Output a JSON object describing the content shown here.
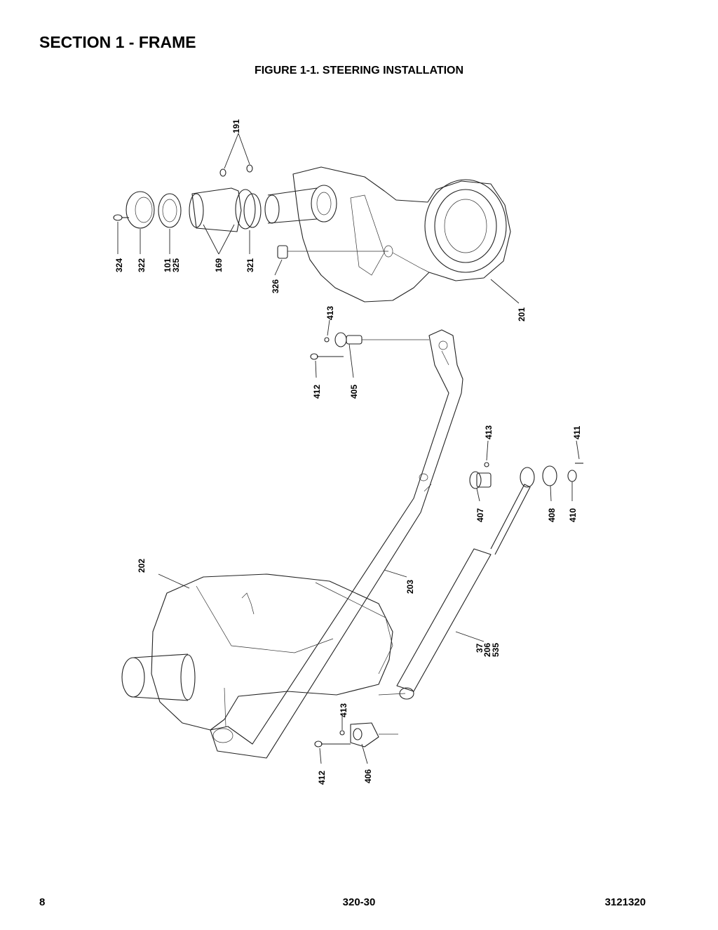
{
  "header": {
    "section_title": "SECTION 1 - FRAME",
    "figure_title": "FIGURE 1-1. STEERING INSTALLATION"
  },
  "footer": {
    "page_number": "8",
    "model": "320-30",
    "document_number": "3121320"
  },
  "callouts": [
    {
      "id": "c191",
      "label": "191"
    },
    {
      "id": "c324",
      "label": "324"
    },
    {
      "id": "c322",
      "label": "322"
    },
    {
      "id": "c101",
      "label": "101"
    },
    {
      "id": "c325",
      "label": "325"
    },
    {
      "id": "c169",
      "label": "169"
    },
    {
      "id": "c321",
      "label": "321"
    },
    {
      "id": "c326",
      "label": "326"
    },
    {
      "id": "c201",
      "label": "201"
    },
    {
      "id": "c413a",
      "label": "413"
    },
    {
      "id": "c412a",
      "label": "412"
    },
    {
      "id": "c405",
      "label": "405"
    },
    {
      "id": "c413b",
      "label": "413"
    },
    {
      "id": "c411",
      "label": "411"
    },
    {
      "id": "c407",
      "label": "407"
    },
    {
      "id": "c408",
      "label": "408"
    },
    {
      "id": "c410",
      "label": "410"
    },
    {
      "id": "c202",
      "label": "202"
    },
    {
      "id": "c203",
      "label": "203"
    },
    {
      "id": "c37",
      "label": "37"
    },
    {
      "id": "c206",
      "label": "206"
    },
    {
      "id": "c535",
      "label": "535"
    },
    {
      "id": "c413c",
      "label": "413"
    },
    {
      "id": "c412b",
      "label": "412"
    },
    {
      "id": "c406",
      "label": "406"
    }
  ]
}
